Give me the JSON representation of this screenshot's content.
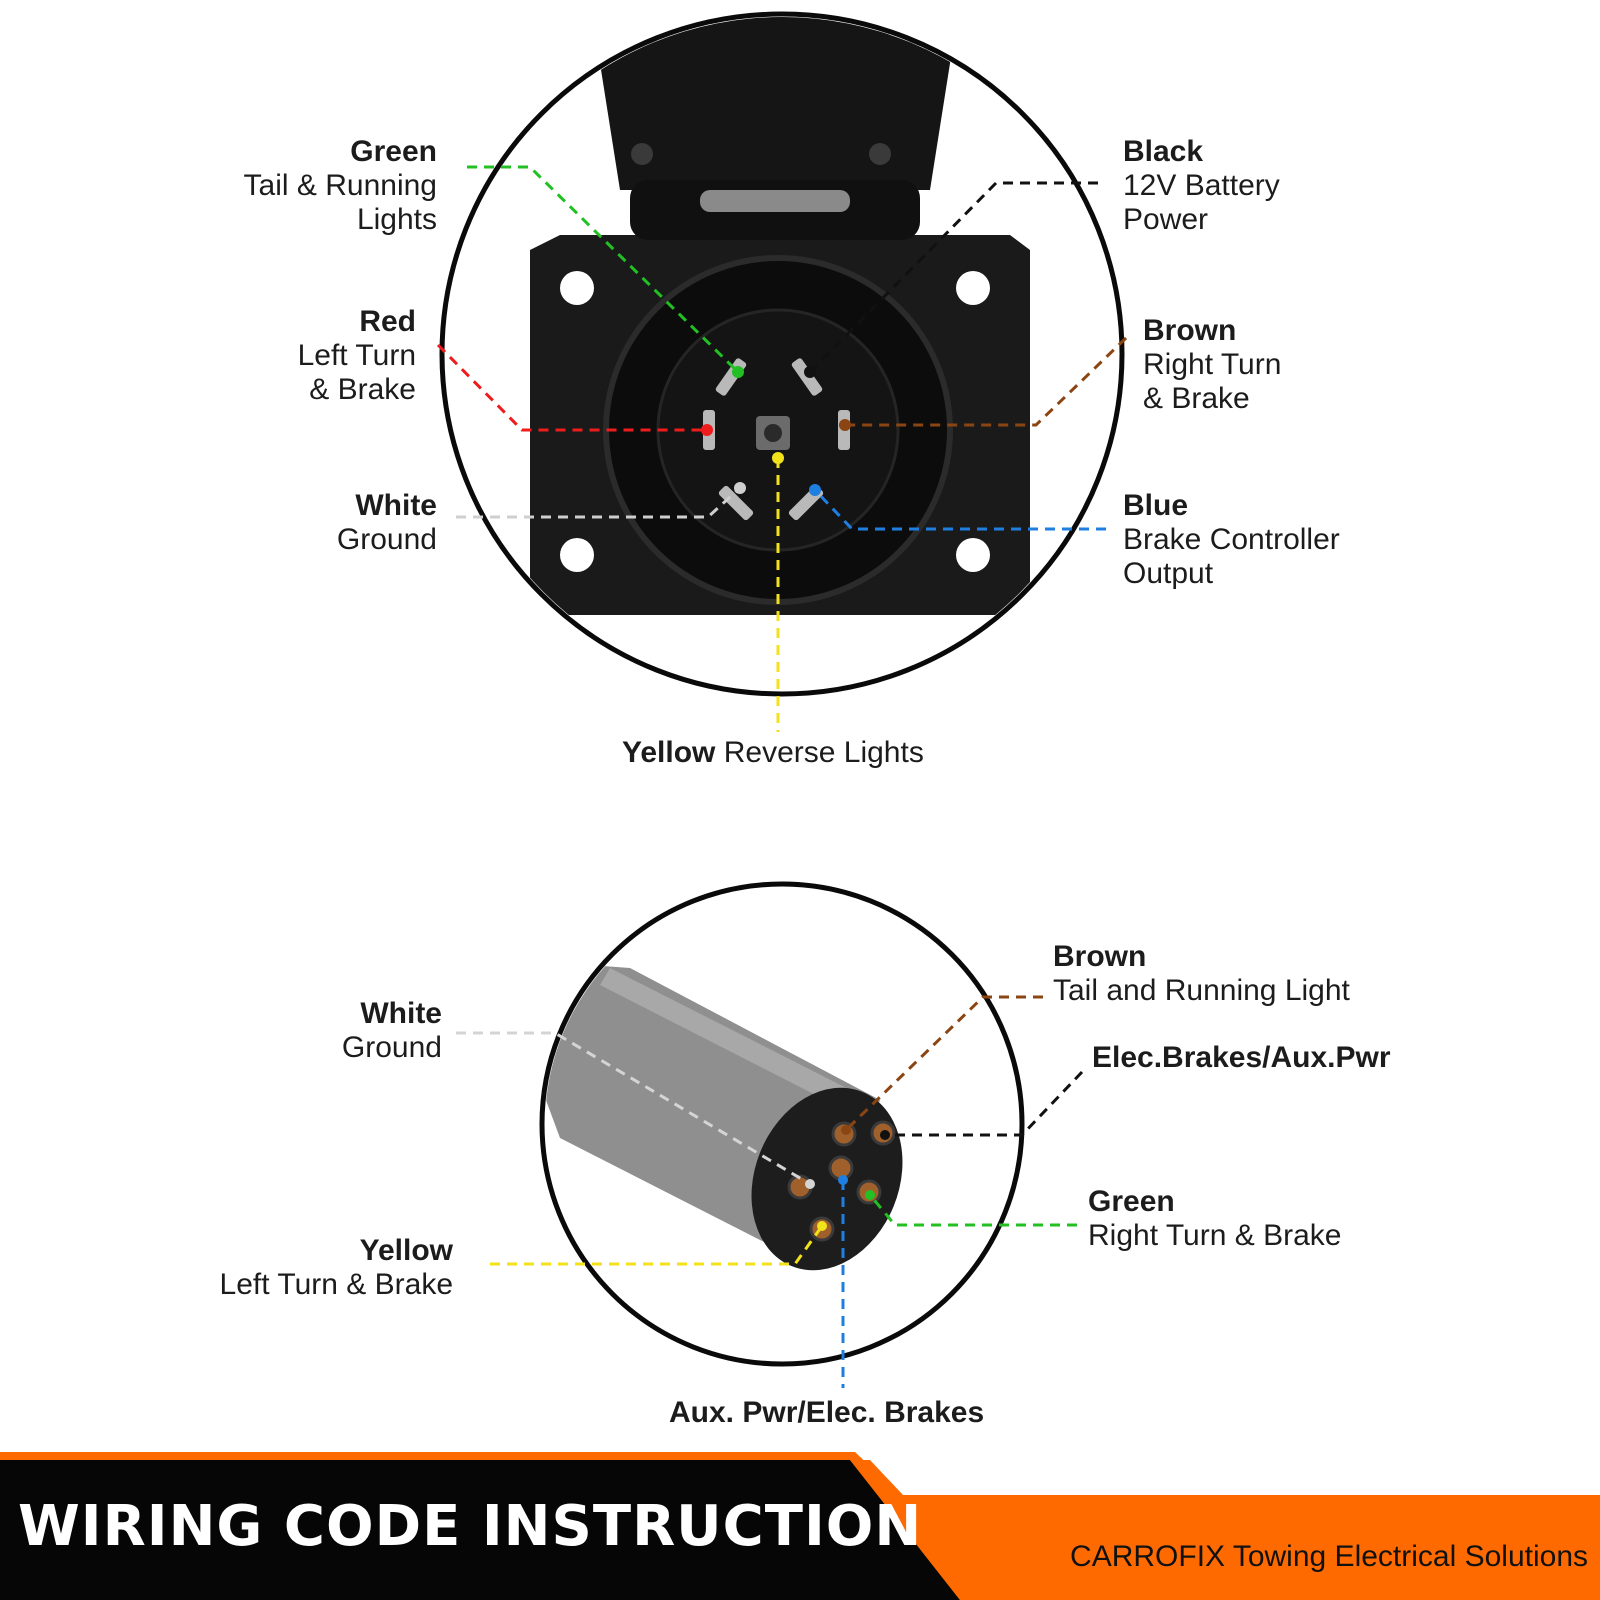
{
  "colors": {
    "green": "#22c022",
    "black": "#111111",
    "red": "#ee1c1c",
    "brown": "#8b4513",
    "white": "#cfcfcf",
    "blue": "#1e7fe0",
    "yellow": "#f2e21a",
    "accent_orange": "#ff6a00"
  },
  "seven_pin": {
    "green": {
      "title": "Green",
      "desc_line1": "Tail & Running",
      "desc_line2": "Lights"
    },
    "red": {
      "title": "Red",
      "desc_line1": "Left Turn",
      "desc_line2": "& Brake"
    },
    "white": {
      "title": "White",
      "desc_line1": "Ground"
    },
    "black": {
      "title": "Black",
      "desc_line1": "12V Battery",
      "desc_line2": "Power"
    },
    "brown": {
      "title": "Brown",
      "desc_line1": "Right Turn",
      "desc_line2": "& Brake"
    },
    "blue": {
      "title": "Blue",
      "desc_line1": "Brake Controller",
      "desc_line2": "Output"
    },
    "yellow": {
      "title": "Yellow",
      "desc_line1": "Reverse Lights"
    }
  },
  "six_pin": {
    "white": {
      "title": "White",
      "desc_line1": "Ground"
    },
    "yellow": {
      "title": "Yellow",
      "desc_line1": "Left Turn & Brake"
    },
    "brown": {
      "title": "Brown",
      "desc_line1": "Tail and Running Light"
    },
    "aux_top": {
      "title": "Elec.Brakes/Aux.Pwr"
    },
    "green": {
      "title": "Green",
      "desc_line1": "Right Turn & Brake"
    },
    "aux_bottom": {
      "title": "Aux. Pwr/Elec. Brakes"
    }
  },
  "banner": {
    "title": "WIRING CODE INSTRUCTION",
    "subtitle": "CARROFIX Towing Electrical Solutions"
  }
}
